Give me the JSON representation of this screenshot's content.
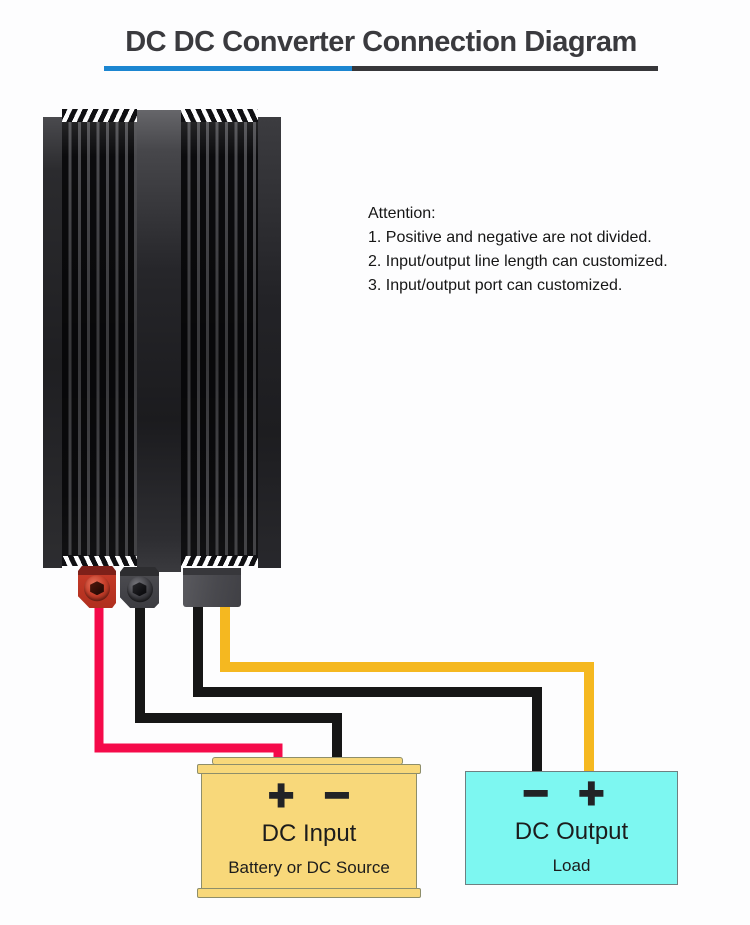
{
  "title": "DC DC Converter Connection Diagram",
  "attention": {
    "heading": "Attention:",
    "items": [
      "1. Positive and negative are not divided.",
      "2. Input/output line length can customized.",
      "3. Input/output port can customized."
    ]
  },
  "input_box": {
    "plus_label": "+",
    "minus_label": "−",
    "title": "DC Input",
    "subtitle": "Battery or DC Source"
  },
  "output_box": {
    "minus_label": "−",
    "plus_label": "+",
    "title": "DC Output",
    "subtitle": "Load"
  },
  "colors": {
    "accent_blue": "#1c86d1",
    "underline_dark": "#37373a",
    "wire_red": "#f50a4a",
    "wire_black": "#161616",
    "wire_yellow": "#f5b820",
    "input_fill": "#f8d87a",
    "input_border": "#8e8e6a",
    "output_fill": "#7df7f1",
    "output_border": "#6e8081"
  }
}
